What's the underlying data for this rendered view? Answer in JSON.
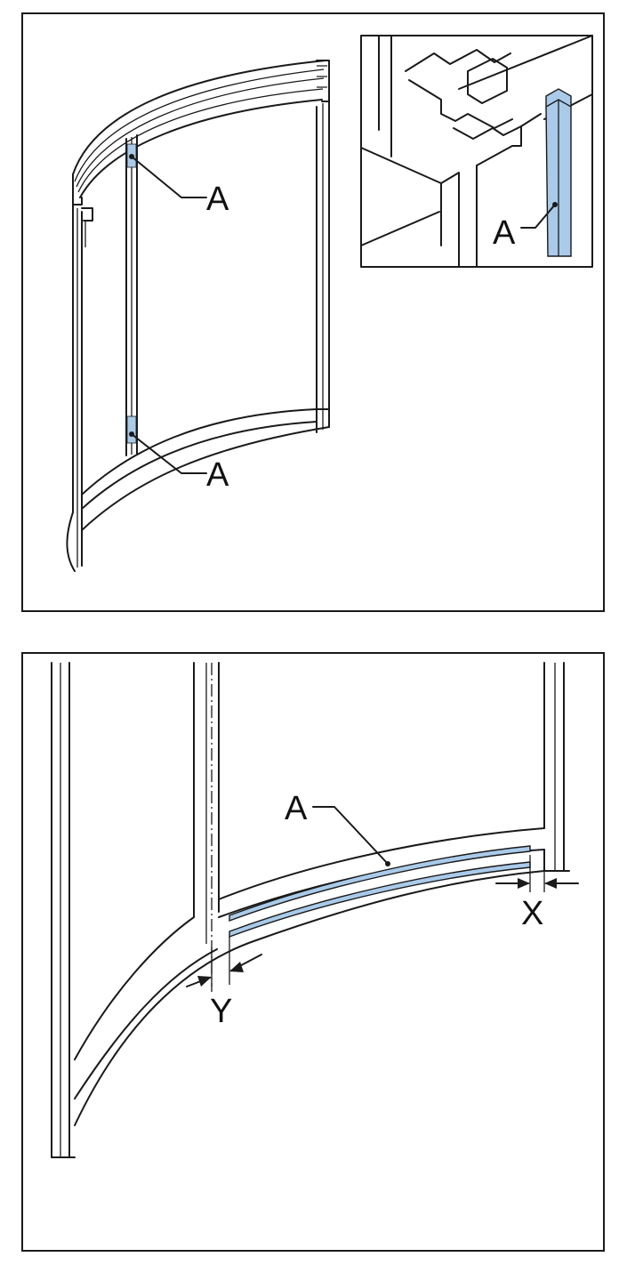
{
  "colors": {
    "highlight": "#A9CBE9",
    "line": "#1A1A1A",
    "background": "#FFFFFF"
  },
  "labels": {
    "frame_upper": "A",
    "frame_lower": "A",
    "inset": "A",
    "rail": "A",
    "gap_x": "X",
    "gap_y": "Y"
  }
}
